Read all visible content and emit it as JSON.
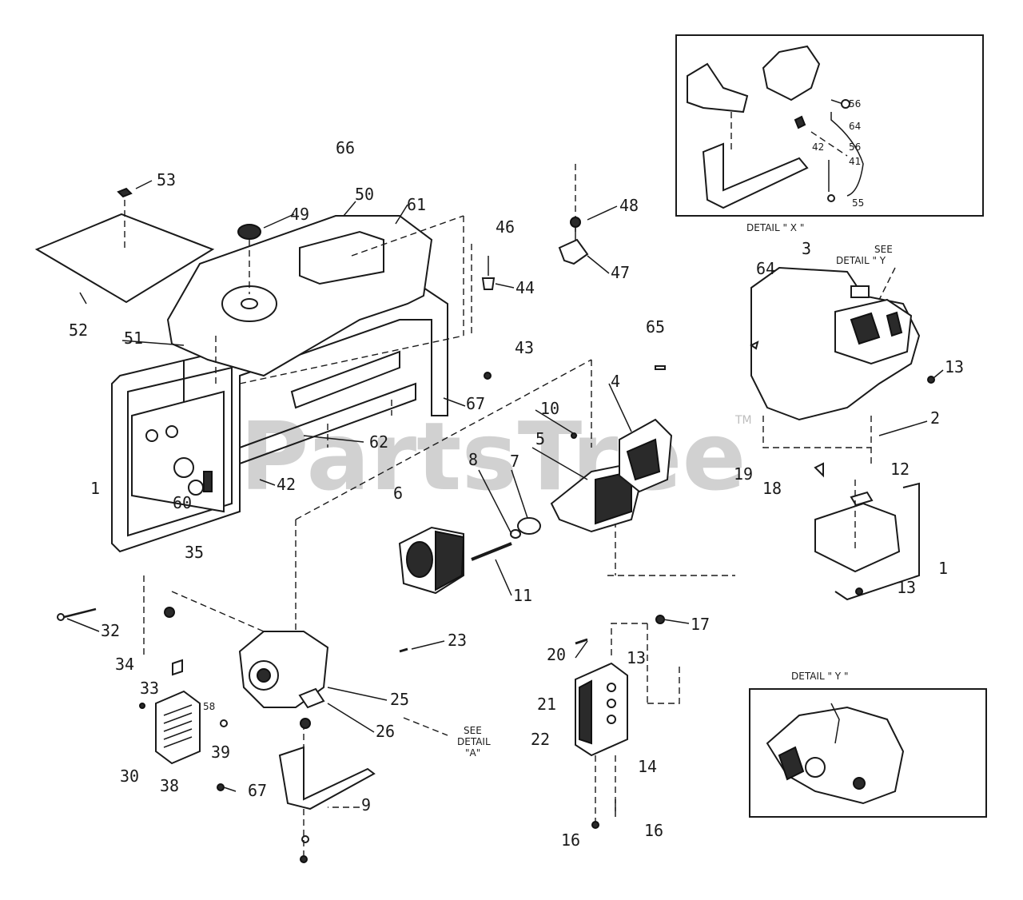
{
  "watermark": {
    "text": "PartsTree",
    "tm": "TM"
  },
  "detail_x": {
    "title": "DETAIL \" X \""
  },
  "detail_y": {
    "title": "DETAIL \" Y \""
  },
  "see_detail_y": {
    "line1": "SEE",
    "line2": "DETAIL \" Y"
  },
  "see_detail_a": {
    "line1": "SEE",
    "line2": "DETAIL",
    "line3": "\"A\""
  },
  "callouts": {
    "c53": "53",
    "c52": "52",
    "c66": "66",
    "c50": "50",
    "c49": "49",
    "c61": "61",
    "c51": "51",
    "c1a": "1",
    "c60": "60",
    "c42": "42",
    "c62": "62",
    "c67a": "67",
    "c48": "48",
    "c46": "46",
    "c47": "47",
    "c44": "44",
    "c43": "43",
    "c65": "65",
    "c10": "10",
    "c4": "4",
    "c5": "5",
    "c8": "8",
    "c7": "7",
    "c6": "6",
    "c11": "11",
    "c23": "23",
    "c35": "35",
    "c32": "32",
    "c34": "34",
    "c33": "33",
    "c58": "58",
    "c30": "30",
    "c39": "39",
    "c38": "38",
    "c67b": "67",
    "c25": "25",
    "c26": "26",
    "c9": "9",
    "c20": "20",
    "c17": "17",
    "c13a": "13",
    "c21": "21",
    "c22": "22",
    "c14": "14",
    "c16a": "16",
    "c16b": "16",
    "c64": "64",
    "c3": "3",
    "c13b": "13",
    "c2": "2",
    "c19": "19",
    "c18": "18",
    "c12": "12",
    "c1b": "1",
    "c13c": "13",
    "x56a": "56",
    "x64": "64",
    "x56b": "56",
    "x42": "42",
    "x41": "41",
    "x55": "55"
  }
}
